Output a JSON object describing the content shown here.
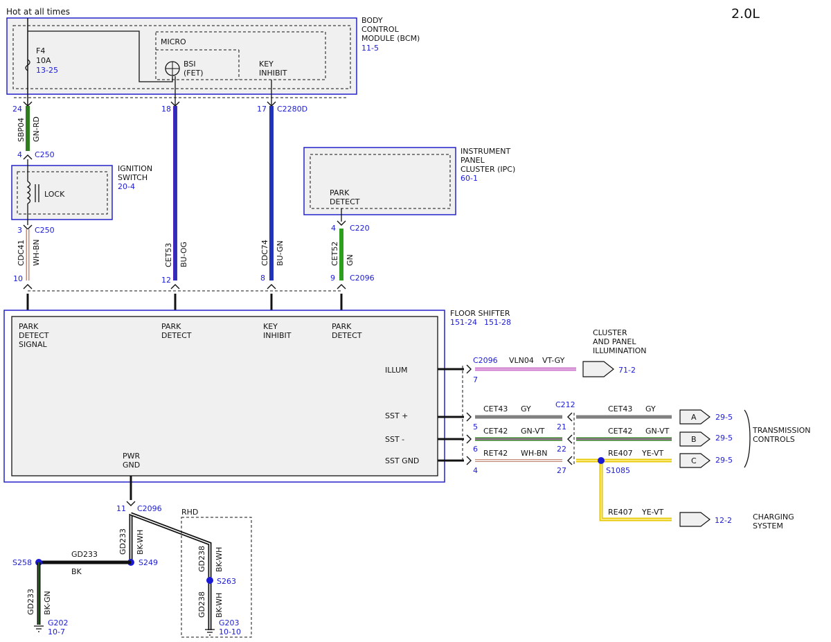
{
  "engine": "2.0L",
  "hot_at_all_times": "Hot at all times",
  "bcm": {
    "name": [
      "BODY",
      "CONTROL",
      "MODULE (BCM)"
    ],
    "ref": "11-5",
    "micro": "MICRO",
    "bsi": [
      "BSI",
      "(FET)"
    ],
    "key_inhibit": [
      "KEY",
      "INHIBIT"
    ],
    "fuse": [
      "F4",
      "10A"
    ],
    "fuse_ref": "13-25"
  },
  "ignition": {
    "name": [
      "IGNITION",
      "SWITCH"
    ],
    "ref": "20-4",
    "lock": "LOCK"
  },
  "ipc": {
    "name": [
      "INSTRUMENT",
      "PANEL",
      "CLUSTER (IPC)"
    ],
    "ref": "60-1",
    "park_detect": [
      "PARK",
      "DETECT"
    ]
  },
  "floor_shifter": {
    "name": "FLOOR SHIFTER",
    "refs": [
      "151-24",
      "151-28"
    ],
    "labels": {
      "park_detect_signal": [
        "PARK",
        "DETECT",
        "SIGNAL"
      ],
      "park_detect_1": [
        "PARK",
        "DETECT"
      ],
      "key_inhibit": [
        "KEY",
        "INHIBIT"
      ],
      "park_detect_2": [
        "PARK",
        "DETECT"
      ],
      "pwr_gnd": [
        "PWR",
        "GND"
      ],
      "illum": "ILLUM",
      "sst_plus": "SST +",
      "sst_minus": "SST -",
      "sst_gnd": "SST GND"
    }
  },
  "wires": {
    "sbp04": {
      "circuit": "SBP04",
      "color": "GN-RD",
      "pin_top": "24",
      "pin_bottom": "4",
      "connector": "C250"
    },
    "cdc41": {
      "circuit": "CDC41",
      "color": "WH-BN",
      "pin_top": "3",
      "pin_bottom": "10",
      "connector": "C250"
    },
    "cet53": {
      "circuit": "CET53",
      "color": "BU-OG",
      "pin_top": "18",
      "pin_bottom": "12"
    },
    "cdc74": {
      "circuit": "CDC74",
      "color": "BU-GN",
      "pin_top": "17",
      "pin_bottom": "8",
      "connector": "C2280D"
    },
    "cet52": {
      "circuit": "CET52",
      "color": "GN",
      "pin_top": "4",
      "pin_bottom": "9",
      "connector_top": "C220",
      "connector_bottom": "C2096"
    },
    "vln04": {
      "circuit": "VLN04",
      "color": "VT-GY",
      "connector": "C2096",
      "pin": "7"
    },
    "cet43": {
      "circuit": "CET43",
      "color": "GY",
      "pin": "5",
      "pin_right": "21",
      "connector": "C212"
    },
    "cet42": {
      "circuit": "CET42",
      "color": "GN-VT",
      "pin": "6",
      "pin_right": "22"
    },
    "ret42": {
      "circuit": "RET42",
      "color": "WH-BN",
      "pin": "4",
      "pin_right": "27"
    },
    "re407": {
      "circuit": "RE407",
      "color": "YE-VT",
      "splice": "S1085"
    },
    "gd233_a": {
      "circuit": "GD233",
      "color": "BK-WH",
      "pin": "11",
      "connector": "C2096",
      "splice": "S249"
    },
    "gd233_b": {
      "circuit": "GD233",
      "color": "BK",
      "splice": "S258"
    },
    "gd233_c": {
      "circuit": "GD233",
      "color": "BK-GN",
      "ground": "G202",
      "ground_ref": "10-7"
    },
    "gd238_a": {
      "circuit": "GD238",
      "color": "BK-WH",
      "splice": "S263"
    },
    "gd238_b": {
      "circuit": "GD238",
      "color": "BK-WH",
      "ground": "G203",
      "ground_ref": "10-10"
    },
    "rhd": "RHD"
  },
  "destinations": {
    "cluster": {
      "name": [
        "CLUSTER",
        "AND PANEL",
        "ILLUMINATION"
      ],
      "ref": "71-2"
    },
    "a": {
      "letter": "A",
      "ref": "29-5"
    },
    "b": {
      "letter": "B",
      "ref": "29-5"
    },
    "c": {
      "letter": "C",
      "ref": "29-5"
    },
    "transmission": [
      "TRANSMISSION",
      "CONTROLS"
    ],
    "charging": {
      "name": [
        "CHARGING",
        "SYSTEM"
      ],
      "ref": "12-2"
    }
  },
  "colors": {
    "blue_label": "#1a1ad6",
    "box_fill": "#f0f0f0",
    "box_border": "#2222cc",
    "green": "#2e7d1e",
    "blue_wire": "#2233bb",
    "purple": "#cc77cc",
    "yellow": "#e6c800",
    "gray": "#808080"
  }
}
